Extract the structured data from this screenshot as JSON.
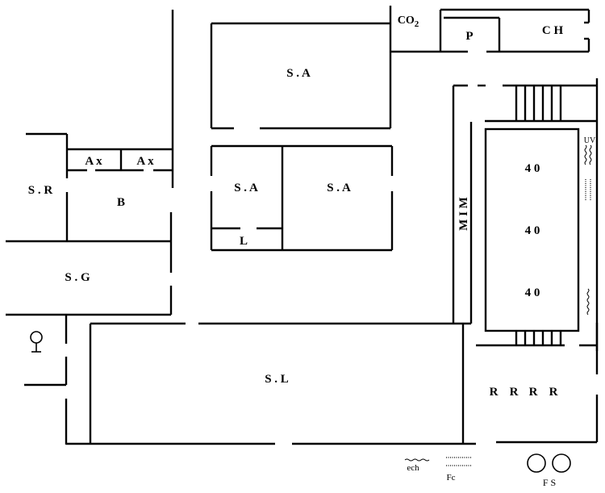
{
  "rooms": {
    "sa_top": "S . A",
    "sa_small": "S . A",
    "sa_mid": "S . A",
    "l": "L",
    "sr": "S . R",
    "b": "B",
    "ax1": "A x",
    "ax2": "A x",
    "sg": "S . G",
    "sl": "S . L",
    "mim": "M I M",
    "pool1": "4 0",
    "pool2": "4 0",
    "pool3": "4 0",
    "p": "P",
    "ch": "C H",
    "co2_main": "CO",
    "co2_sub": "2",
    "r1": "R",
    "r2": "R",
    "r3": "R",
    "r4": "R"
  },
  "legend": {
    "uv": "UV",
    "ech": "ech",
    "fc": "Fc",
    "fs": "F S"
  }
}
